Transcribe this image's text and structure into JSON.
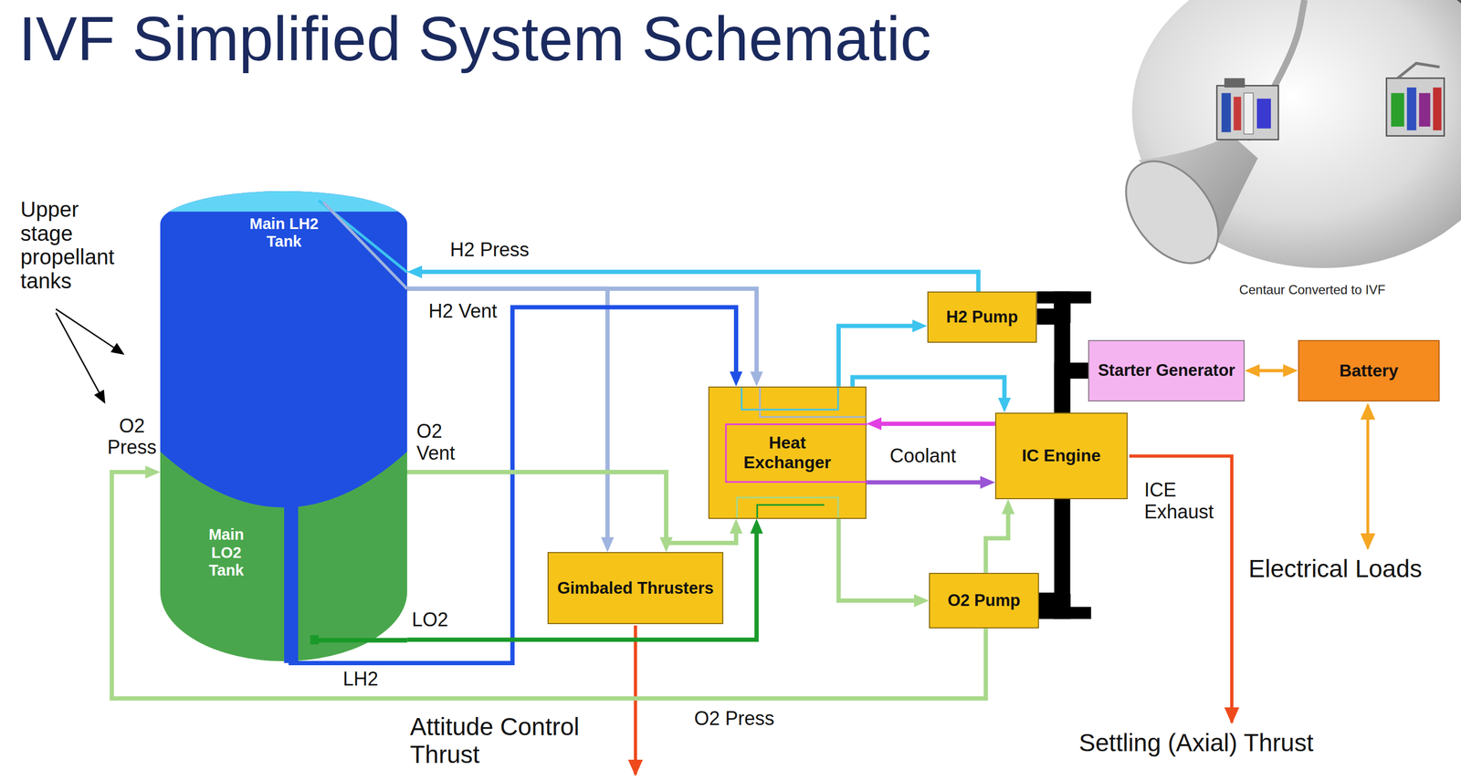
{
  "diagram": {
    "title": "IVF Simplified System Schematic",
    "nodes": [
      {
        "text": [
          "Main LH2 Tank"
        ]
      },
      {
        "text": [
          "Main LO2 Tank"
        ]
      },
      {
        "text": [
          "Heat Exchanger"
        ]
      },
      {
        "text": [
          "Gimbaled Thrusters"
        ]
      },
      {
        "text": [
          "H2 Pump"
        ]
      },
      {
        "text": [
          "Starter Generator"
        ]
      },
      {
        "text": [
          "Battery"
        ]
      },
      {
        "text": [
          "IC Engine"
        ]
      },
      {
        "text": [
          "O2 Pump"
        ]
      }
    ],
    "edges": [
      {
        "from": 4,
        "to": 0,
        "arrow": "to",
        "label": "H2 Press"
      },
      {
        "from": 0,
        "to": 2,
        "arrow": "to",
        "label": "H2 Vent"
      },
      {
        "from": 0,
        "to": 3,
        "arrow": "to"
      },
      {
        "from": 0,
        "to": 2,
        "arrow": "to",
        "label": "LH2"
      },
      {
        "from": 1,
        "to": 2,
        "arrow": "to",
        "label": "LO2"
      },
      {
        "from": 1,
        "to": 2,
        "arrow": "to",
        "label": "O2 Vent"
      },
      {
        "from": 1,
        "to": 3,
        "arrow": "to"
      },
      {
        "from": 2,
        "to": 4,
        "arrow": "to"
      },
      {
        "from": 2,
        "to": 7,
        "arrow": "to"
      },
      {
        "from": 7,
        "to": 2,
        "arrow": "to"
      },
      {
        "from": 2,
        "to": 7,
        "arrow": "to",
        "label": "Coolant"
      },
      {
        "from": 2,
        "to": 8,
        "arrow": "to"
      },
      {
        "from": 8,
        "to": 7,
        "arrow": "to"
      },
      {
        "from": 8,
        "to": 1,
        "arrow": "to",
        "label": "O2 Press"
      },
      {
        "from": 5,
        "to": 6,
        "arrow": "both"
      },
      {
        "from": 7,
        "to": 4,
        "arrow": "none"
      },
      {
        "from": 7,
        "to": 5,
        "arrow": "none"
      },
      {
        "from": 7,
        "to": 8,
        "arrow": "none"
      }
    ],
    "labels": [
      "Upper stage propellant tanks",
      "O2 Press",
      "ICE Exhaust",
      "Electrical Loads",
      "Attitude Control Thrust",
      "Settling (Axial) Thrust",
      "Centaur Converted to IVF"
    ]
  }
}
